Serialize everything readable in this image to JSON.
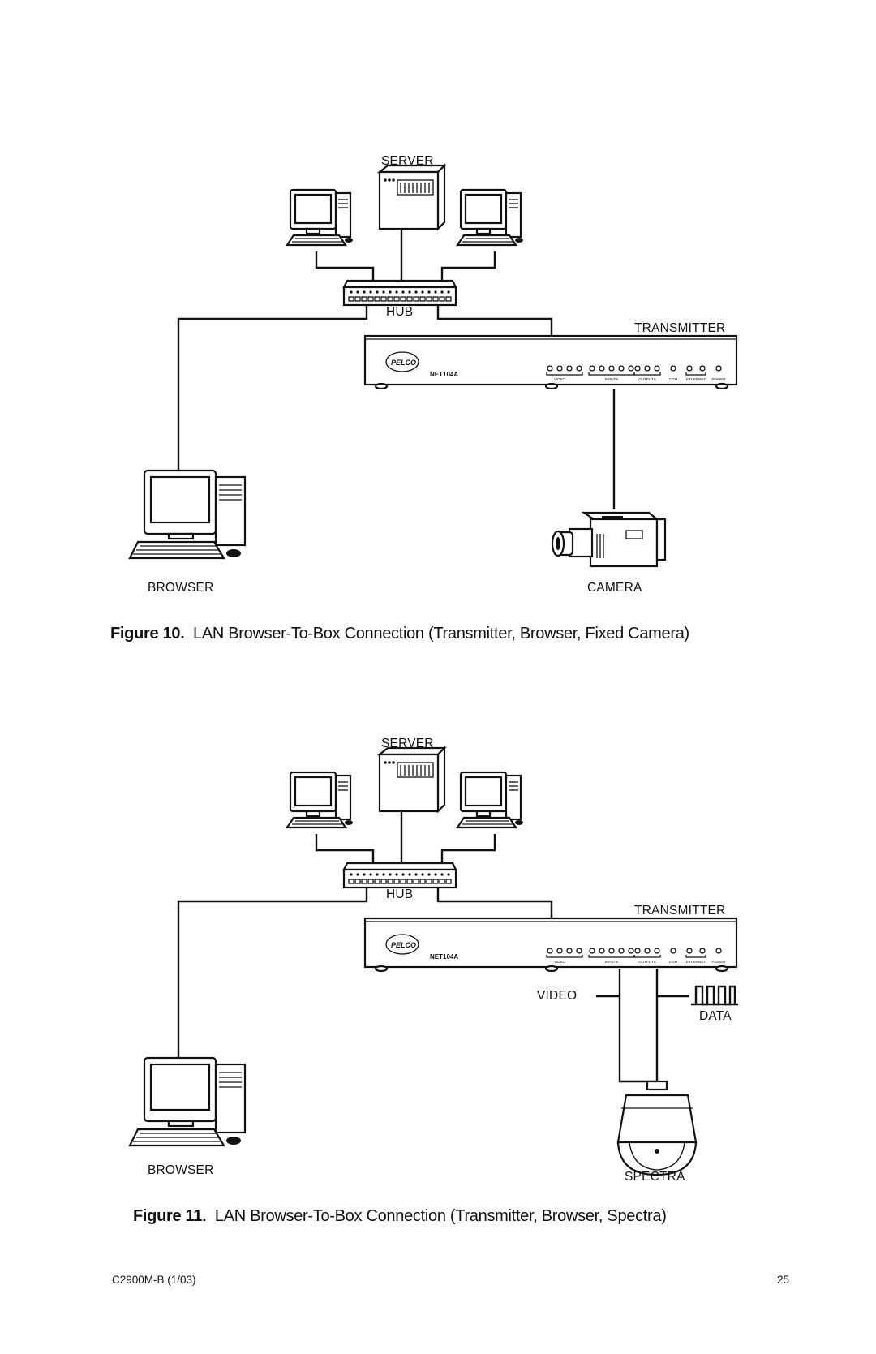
{
  "figure10": {
    "labels": {
      "server": "SERVER",
      "hub": "HUB",
      "transmitter": "TRANSMITTER",
      "browser": "BROWSER",
      "camera": "CAMERA"
    },
    "transmitter_panel": {
      "brand": "PELCO",
      "model": "NET104A",
      "port_labels": [
        "VIDEO",
        "INPUTS",
        "OUTPUTS",
        "COM",
        "ETHERNET",
        "POWER"
      ]
    },
    "caption_number": "Figure 10.",
    "caption_text": "LAN Browser-To-Box Connection (Transmitter, Browser, Fixed Camera)"
  },
  "figure11": {
    "labels": {
      "server": "SERVER",
      "hub": "HUB",
      "transmitter": "TRANSMITTER",
      "video": "VIDEO",
      "data": "DATA",
      "browser": "BROWSER",
      "spectra": "SPECTRA"
    },
    "transmitter_panel": {
      "brand": "PELCO",
      "model": "NET104A",
      "port_labels": [
        "VIDEO",
        "INPUTS",
        "OUTPUTS",
        "COM",
        "ETHERNET",
        "POWER"
      ]
    },
    "caption_number": "Figure 11.",
    "caption_text": "LAN Browser-To-Box Connection (Transmitter, Browser, Spectra)"
  },
  "footer": {
    "doc_id": "C2900M-B (1/03)",
    "page_number": "25"
  }
}
